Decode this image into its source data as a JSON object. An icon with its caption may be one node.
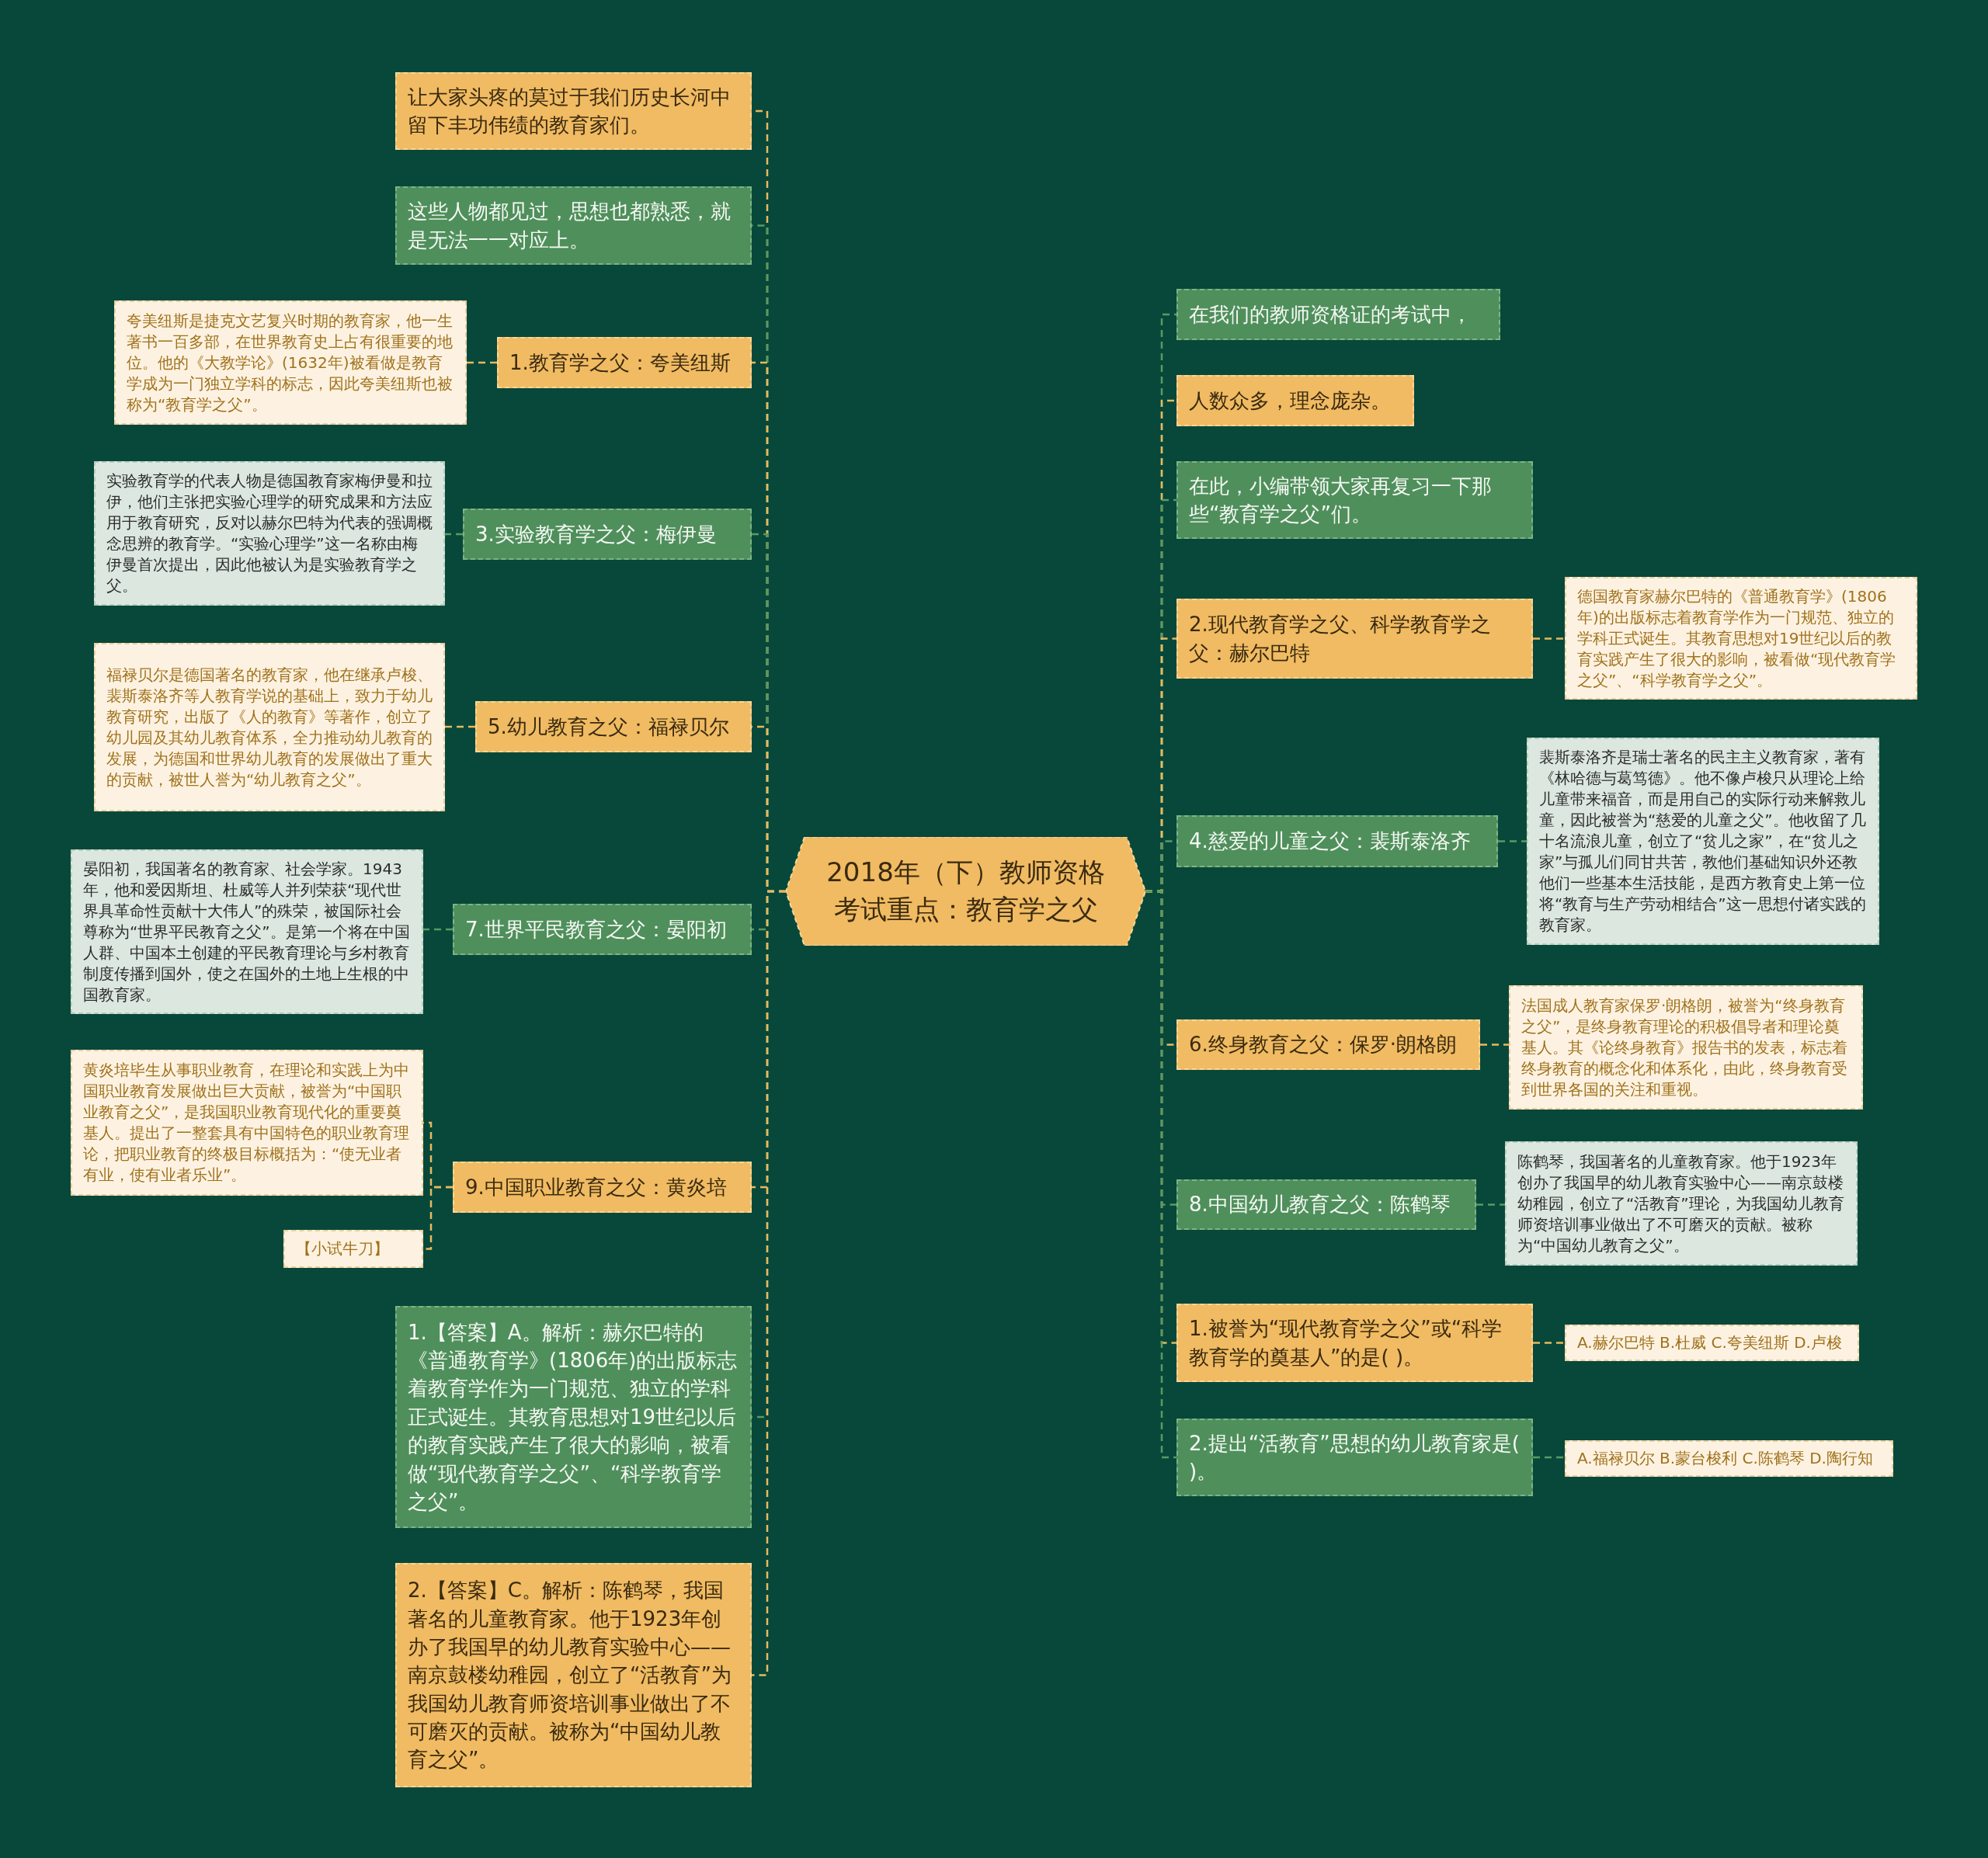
{
  "diagram": {
    "nodes": [
      {
        "text": [
          "2018年（下）教师资格考试重点：教育学之父"
        ]
      },
      {
        "text": [
          "让大家头疼的莫过于我们历史长河中留下丰功伟绩的教育家们。"
        ]
      },
      {
        "text": [
          "这些人物都见过，思想也都熟悉，就是无法一一对应上。"
        ]
      },
      {
        "text": [
          "1.教育学之父：夸美纽斯"
        ]
      },
      {
        "text": [
          "夸美纽斯是捷克文艺复兴时期的教育家，他一生著书一百多部，在世界教育史上占有很重要的地位。他的《大教学论》(1632年)被看做是教育学成为一门独立学科的标志，因此夸美纽斯也被称为“教育学之父”。"
        ]
      },
      {
        "text": [
          "3.实验教育学之父：梅伊曼"
        ]
      },
      {
        "text": [
          "实验教育学的代表人物是德国教育家梅伊曼和拉伊，他们主张把实验心理学的研究成果和方法应用于教育研究，反对以赫尔巴特为代表的强调概念思辨的教育学。“实验心理学”这一名称由梅伊曼首次提出，因此他被认为是实验教育学之父。"
        ]
      },
      {
        "text": [
          "5.幼儿教育之父：福禄贝尔"
        ]
      },
      {
        "text": [
          "福禄贝尔是德国著名的教育家，他在继承卢梭、裴斯泰洛齐等人教育学说的基础上，致力于幼儿教育研究，出版了《人的教育》等著作，创立了幼儿园及其幼儿教育体系，全力推动幼儿教育的发展，为德国和世界幼儿教育的发展做出了重大的贡献，被世人誉为“幼儿教育之父”。"
        ]
      },
      {
        "text": [
          "7.世界平民教育之父：晏阳初"
        ]
      },
      {
        "text": [
          "晏阳初，我国著名的教育家、社会学家。1943年，他和爱因斯坦、杜威等人并列荣获“现代世界具革命性贡献十大伟人”的殊荣，被国际社会尊称为“世界平民教育之父”。是第一个将在中国人群、中国本土创建的平民教育理论与乡村教育制度传播到国外，使之在国外的土地上生根的中国教育家。"
        ]
      },
      {
        "text": [
          "9.中国职业教育之父：黄炎培"
        ]
      },
      {
        "text": [
          "黄炎培毕生从事职业教育，在理论和实践上为中国职业教育发展做出巨大贡献，被誉为“中国职业教育之父”，是我国职业教育现代化的重要奠基人。提出了一整套具有中国特色的职业教育理论，把职业教育的终极目标概括为：“使无业者有业，使有业者乐业”。"
        ]
      },
      {
        "text": [
          "【小试牛刀】"
        ]
      },
      {
        "text": [
          "1.【答案】A。解析：赫尔巴特的《普通教育学》(1806年)的出版标志着教育学作为一门规范、独立的学科正式诞生。其教育思想对19世纪以后的教育实践产生了很大的影响，被看做“现代教育学之父”、“科学教育学之父”。"
        ]
      },
      {
        "text": [
          "2.【答案】C。解析：陈鹤琴，我国著名的儿童教育家。他于1923年创办了我国早的幼儿教育实验中心——南京鼓楼幼稚园，创立了“活教育”为我国幼儿教育师资培训事业做出了不可磨灭的贡献。被称为“中国幼儿教育之父”。"
        ]
      },
      {
        "text": [
          "在我们的教师资格证的考试中，"
        ]
      },
      {
        "text": [
          "人数众多，理念庞杂。"
        ]
      },
      {
        "text": [
          "在此，小编带领大家再复习一下那些“教育学之父”们。"
        ]
      },
      {
        "text": [
          "2.现代教育学之父、科学教育学之父：赫尔巴特"
        ]
      },
      {
        "text": [
          "德国教育家赫尔巴特的《普通教育学》(1806年)的出版标志着教育学作为一门规范、独立的学科正式诞生。其教育思想对19世纪以后的教育实践产生了很大的影响，被看做“现代教育学之父”、“科学教育学之父”。"
        ]
      },
      {
        "text": [
          "4.慈爱的儿童之父：裴斯泰洛齐"
        ]
      },
      {
        "text": [
          "裴斯泰洛齐是瑞士著名的民主主义教育家，著有《林哈德与葛笃德》。他不像卢梭只从理论上给儿童带来福音，而是用自己的实际行动来解救儿童，因此被誉为“慈爱的儿童之父”。他收留了几十名流浪儿童，创立了“贫儿之家”，在“贫儿之家”与孤儿们同甘共苦，教他们基础知识外还教他们一些基本生活技能，是西方教育史上第一位将“教育与生产劳动相结合”这一思想付诸实践的教育家。"
        ]
      },
      {
        "text": [
          "6.终身教育之父：保罗·朗格朗"
        ]
      },
      {
        "text": [
          "法国成人教育家保罗·朗格朗，被誉为“终身教育之父”，是终身教育理论的积极倡导者和理论奠基人。其《论终身教育》报告书的发表，标志着终身教育的概念化和体系化，由此，终身教育受到世界各国的关注和重视。"
        ]
      },
      {
        "text": [
          "8.中国幼儿教育之父：陈鹤琴"
        ]
      },
      {
        "text": [
          "陈鹤琴，我国著名的儿童教育家。他于1923年创办了我国早的幼儿教育实验中心——南京鼓楼幼稚园，创立了“活教育”理论，为我国幼儿教育师资培训事业做出了不可磨灭的贡献。被称为“中国幼儿教育之父”。"
        ]
      },
      {
        "text": [
          "1.被誉为“现代教育学之父”或“科学教育学的奠基人”的是( )。"
        ]
      },
      {
        "text": [
          "A.赫尔巴特 B.杜威 C.夸美纽斯 D.卢梭"
        ]
      },
      {
        "text": [
          "2.提出“活教育”思想的幼儿教育家是( )。"
        ]
      },
      {
        "text": [
          "A.福禄贝尔 B.蒙台梭利 C.陈鹤琴 D.陶行知"
        ]
      }
    ],
    "edges": [
      {
        "from": 0,
        "to": 1,
        "arrow": "none",
        "style": "dashed"
      },
      {
        "from": 0,
        "to": 2,
        "arrow": "none",
        "style": "dashed",
        "color": "#5a9a63"
      },
      {
        "from": 0,
        "to": 3,
        "arrow": "none",
        "style": "dashed"
      },
      {
        "from": 3,
        "to": 4,
        "arrow": "none",
        "style": "dashed"
      },
      {
        "from": 0,
        "to": 5,
        "arrow": "none",
        "style": "dashed",
        "color": "#5a9a63"
      },
      {
        "from": 5,
        "to": 6,
        "arrow": "none",
        "style": "dashed",
        "color": "#5a9a63"
      },
      {
        "from": 0,
        "to": 7,
        "arrow": "none",
        "style": "dashed"
      },
      {
        "from": 7,
        "to": 8,
        "arrow": "none",
        "style": "dashed"
      },
      {
        "from": 0,
        "to": 9,
        "arrow": "none",
        "style": "dashed",
        "color": "#5a9a63"
      },
      {
        "from": 9,
        "to": 10,
        "arrow": "none",
        "style": "dashed",
        "color": "#5a9a63"
      },
      {
        "from": 0,
        "to": 11,
        "arrow": "none",
        "style": "dashed"
      },
      {
        "from": 11,
        "to": 12,
        "arrow": "none",
        "style": "dashed"
      },
      {
        "from": 11,
        "to": 13,
        "arrow": "none",
        "style": "dashed"
      },
      {
        "from": 0,
        "to": 14,
        "arrow": "none",
        "style": "dashed",
        "color": "#5a9a63"
      },
      {
        "from": 0,
        "to": 15,
        "arrow": "none",
        "style": "dashed"
      },
      {
        "from": 0,
        "to": 16,
        "arrow": "none",
        "style": "dashed",
        "color": "#5a9a63"
      },
      {
        "from": 0,
        "to": 17,
        "arrow": "none",
        "style": "dashed"
      },
      {
        "from": 0,
        "to": 18,
        "arrow": "none",
        "style": "dashed",
        "color": "#5a9a63"
      },
      {
        "from": 0,
        "to": 19,
        "arrow": "none",
        "style": "dashed"
      },
      {
        "from": 19,
        "to": 20,
        "arrow": "none",
        "style": "dashed"
      },
      {
        "from": 0,
        "to": 21,
        "arrow": "none",
        "style": "dashed",
        "color": "#5a9a63"
      },
      {
        "from": 21,
        "to": 22,
        "arrow": "none",
        "style": "dashed",
        "color": "#5a9a63"
      },
      {
        "from": 0,
        "to": 23,
        "arrow": "none",
        "style": "dashed"
      },
      {
        "from": 23,
        "to": 24,
        "arrow": "none",
        "style": "dashed"
      },
      {
        "from": 0,
        "to": 25,
        "arrow": "none",
        "style": "dashed",
        "color": "#5a9a63"
      },
      {
        "from": 25,
        "to": 26,
        "arrow": "none",
        "style": "dashed",
        "color": "#5a9a63"
      },
      {
        "from": 0,
        "to": 27,
        "arrow": "none",
        "style": "dashed"
      },
      {
        "from": 27,
        "to": 28,
        "arrow": "none",
        "style": "dashed"
      },
      {
        "from": 0,
        "to": 29,
        "arrow": "none",
        "style": "dashed",
        "color": "#5a9a63"
      },
      {
        "from": 29,
        "to": 30,
        "arrow": "none",
        "style": "dashed",
        "color": "#5a9a63"
      }
    ]
  }
}
